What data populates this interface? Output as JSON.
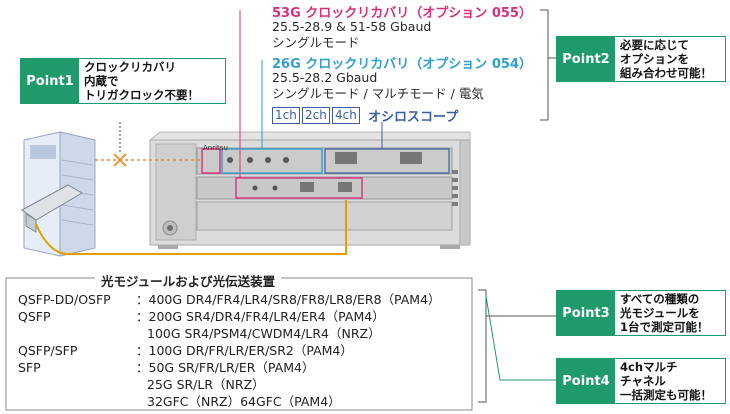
{
  "clock_recovery": {
    "opt055_title": "53G クロックリカバリ（オプション 055）",
    "opt055_lines": [
      "25.5-28.9 & 51-58 Gbaud",
      "シングルモード"
    ],
    "opt054_title": "26G クロックリカバリ（オプション 054）",
    "opt054_lines": [
      "25.5-28.2 Gbaud",
      "シングルモード / マルチモード / 電気"
    ]
  },
  "oscilloscope": {
    "channels": [
      "1ch",
      "2ch",
      "4ch"
    ],
    "label": "オシロスコープ"
  },
  "instrument": {
    "brand": "Anritsu"
  },
  "points": [
    {
      "tag": "Point1",
      "lines": [
        "クロックリカバリ",
        "内蔵で",
        "トリガクロック不要！"
      ]
    },
    {
      "tag": "Point2",
      "lines": [
        "必要に応じて",
        "オプションを",
        "組み合わせ可能！"
      ]
    },
    {
      "tag": "Point3",
      "lines": [
        "すべての種類の",
        "光モジュールを",
        "1台で測定可能！"
      ]
    },
    {
      "tag": "Point4",
      "lines": [
        "4chマルチ",
        "チャネル",
        "一括測定も可能！"
      ]
    }
  ],
  "modules": {
    "title": "光モジュールおよび光伝送装置",
    "rows": [
      {
        "type": "QSFP-DD/OSFP",
        "spec": "：400G DR4/FR4/LR4/SR8/FR8/LR8/ER8（PAM4）"
      },
      {
        "type": "QSFP",
        "spec": "：200G SR4/DR4/FR4/LR4/ER4（PAM4）"
      },
      {
        "type": "",
        "spec": "100G SR4/PSM4/CWDM4/LR4（NRZ）"
      },
      {
        "type": "QSFP/SFP",
        "spec": "：100G DR/FR/LR/ER/SR2（PAM4）"
      },
      {
        "type": "SFP",
        "spec": "：50G SR/FR/LR/ER（PAM4）"
      },
      {
        "type": "",
        "spec": "25G SR/LR（NRZ）"
      },
      {
        "type": "",
        "spec": "32GFC（NRZ）64GFC（PAM4）"
      }
    ]
  },
  "colors": {
    "pink": "#d8307a",
    "blue": "#2f9fcf",
    "green": "#1f9a6b",
    "orange": "#f08a1c"
  }
}
